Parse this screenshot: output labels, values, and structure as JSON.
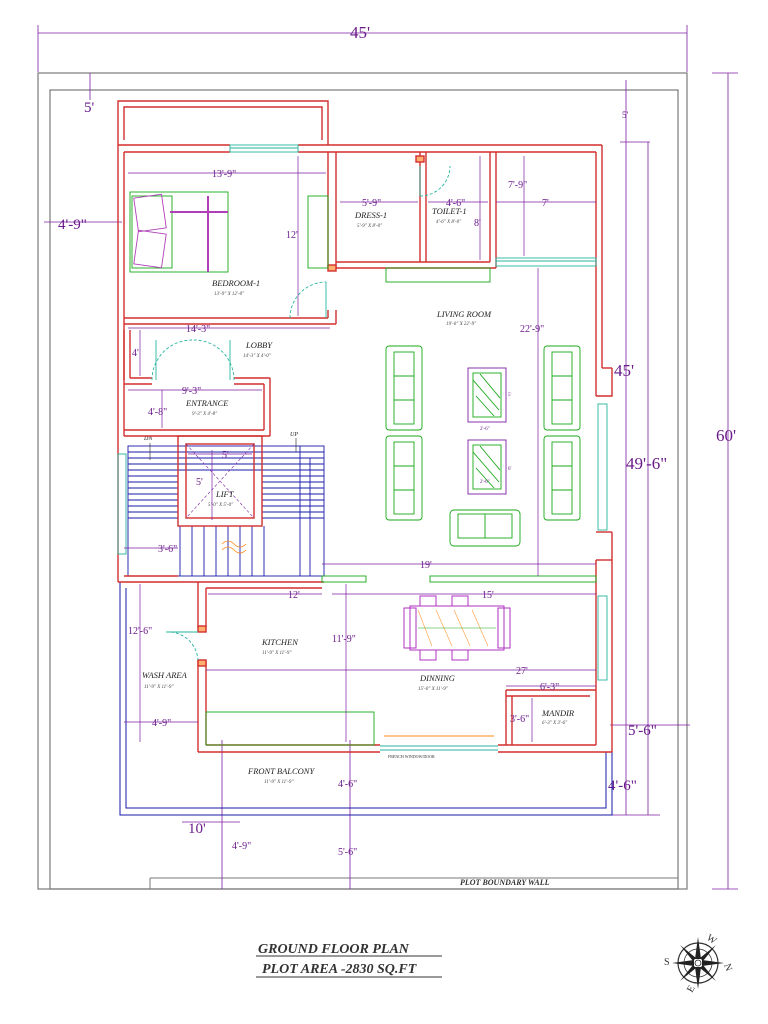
{
  "overall": {
    "width_label": "45'",
    "height_label": "60'",
    "right_inner_45": "45'",
    "right_inner_49_6": "49'-6\"",
    "top_setback": "5'",
    "top_right_setback": "5'",
    "left_setback": "4'-9\"",
    "front_setback_left": "10'",
    "right_side_5_6": "5'-6\"",
    "right_side_4_6": "4'-6\""
  },
  "rooms": {
    "bedroom": {
      "name": "BEDROOM-1",
      "size": "13'-9\" X 12'-0\""
    },
    "dress": {
      "name": "DRESS-1",
      "size": "5'-9\" X 8'-0\""
    },
    "toilet": {
      "name": "TOILET-1",
      "size": "4'-6\" X 8'-0\""
    },
    "living": {
      "name": "LIVING ROOM",
      "size": "19'-0\" X 22'-9\""
    },
    "lobby": {
      "name": "LOBBY",
      "size": "14'-3\" X 4'-0\""
    },
    "entrance": {
      "name": "ENTRANCE",
      "size": "9'-3\" X 4'-8\""
    },
    "lift": {
      "name": "LIFT",
      "size": "5'-0\" X 5'-0\""
    },
    "kitchen": {
      "name": "KITCHEN",
      "size": "11'-9\" X 11'-9\""
    },
    "wash": {
      "name": "WASH AREA",
      "size": "11'-9\" X 11'-9\""
    },
    "dinning": {
      "name": "DINNING",
      "size": "15'-0\" X 11'-9\""
    },
    "mandir": {
      "name": "MANDIR",
      "size": "6'-3\" X 3'-6\""
    },
    "balcony": {
      "name": "FRONT BALCONY",
      "size": "11'-9\" X 11'-9\""
    }
  },
  "dims": {
    "d13_9": "13'-9\"",
    "d12": "12'",
    "d5_9": "5'-9\"",
    "d4_6": "4'-6\"",
    "d8": "8'",
    "d7_9": "7'-9\"",
    "d7": "7'",
    "d22_9": "22'-9\"",
    "d14_3": "14'-3\"",
    "d4": "4'",
    "d9_3": "9'-3\"",
    "d4_8": "4'-8\"",
    "d5a": "5'",
    "d5b": "5'",
    "d3_6": "3'-6\"",
    "d19": "19'",
    "d12b": "12'",
    "d15": "15'",
    "d12_6": "12'-6\"",
    "d11_9": "11'-9\"",
    "d27": "27'",
    "d6_3": "6'-3\"",
    "d3_6b": "3'-6\"",
    "d4_9b": "4'-9\"",
    "d4_6b": "4'-6\"",
    "d4_9c": "4'-9\"",
    "d5_6b": "5'-6\"",
    "d2_6a": "2'-6\"",
    "d2_6b": "2'-6\"",
    "d5c": "5'",
    "d6": "6'"
  },
  "labels": {
    "dn": "DN",
    "up": "UP",
    "french_door": "FRENCH WINDOW/DOOR",
    "boundary": "PLOT BOUNDARY WALL"
  },
  "title": {
    "line1": "GROUND FLOOR PLAN",
    "line2": "PLOT  AREA -2830 SQ.FT"
  },
  "compass": {
    "s": "S",
    "w": "W",
    "n": "N",
    "e": "E"
  },
  "colors": {
    "wall": "#d32f2f",
    "dimension": "#7b1fa2",
    "furniture": "#18a818",
    "stairs": "#1a1aa8",
    "boundary": "#777777",
    "door": "#26b5a0"
  }
}
